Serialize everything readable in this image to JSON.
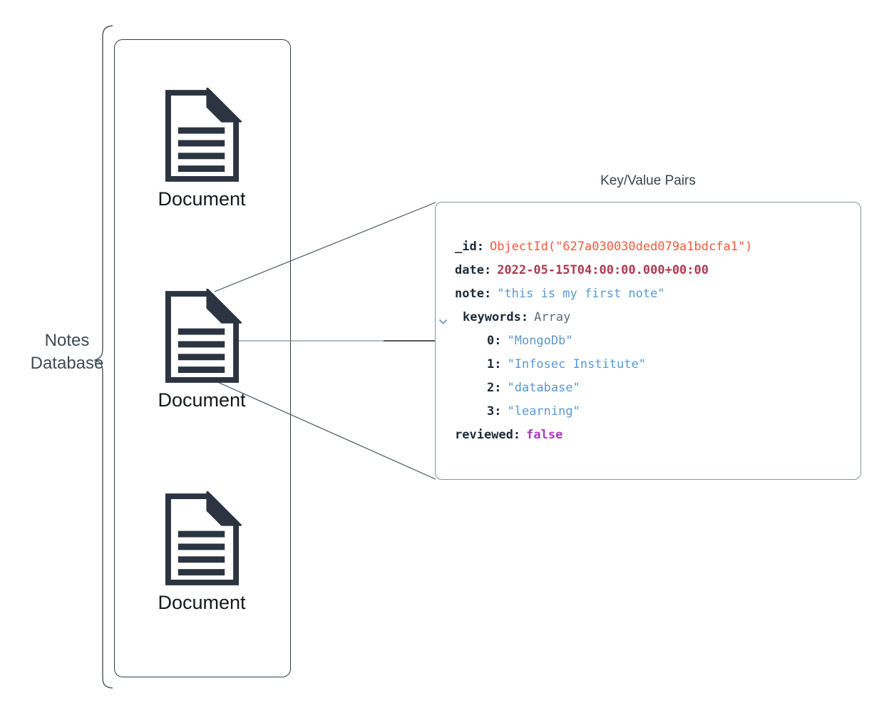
{
  "database": {
    "label_line1": "Notes",
    "label_line2": "Database"
  },
  "collection": {
    "documents": [
      {
        "label": "Document"
      },
      {
        "label": "Document"
      },
      {
        "label": "Document"
      }
    ]
  },
  "panel": {
    "title": "Key/Value Pairs",
    "fields": [
      {
        "indent": 0,
        "expanded": false,
        "key": "_id",
        "value": "ObjectId(\"627a030030ded079a1bdcfa1\")",
        "type": "objectid"
      },
      {
        "indent": 0,
        "expanded": false,
        "key": "date",
        "value": "2022-05-15T04:00:00.000+00:00",
        "type": "date"
      },
      {
        "indent": 0,
        "expanded": false,
        "key": "note",
        "value": "\"this is my first note\"",
        "type": "string"
      },
      {
        "indent": 0,
        "expanded": true,
        "key": "keywords",
        "value": "Array",
        "type": "array"
      },
      {
        "indent": 1,
        "expanded": false,
        "key": "0",
        "value": "\"MongoDb\"",
        "type": "string"
      },
      {
        "indent": 1,
        "expanded": false,
        "key": "1",
        "value": "\"Infosec Institute\"",
        "type": "string"
      },
      {
        "indent": 1,
        "expanded": false,
        "key": "2",
        "value": "\"database\"",
        "type": "string"
      },
      {
        "indent": 1,
        "expanded": false,
        "key": "3",
        "value": "\"learning\"",
        "type": "string"
      },
      {
        "indent": 0,
        "expanded": false,
        "key": "reviewed",
        "value": "false",
        "type": "boolean"
      }
    ]
  },
  "icons": {
    "document": "document-icon",
    "expander": "chevron-down-icon"
  },
  "colors": {
    "icon_ink": "#2b3440",
    "connector_line": "#4a545f",
    "panel_border": "#8c9399",
    "key": "#1d2a39",
    "objectid_value": "#f5583f",
    "date_value": "#ac3a52",
    "string_value": "#5a98d2",
    "array_value": "#5d6b79",
    "boolean_value": "#a83abd",
    "chevron": "#6b93b7"
  }
}
